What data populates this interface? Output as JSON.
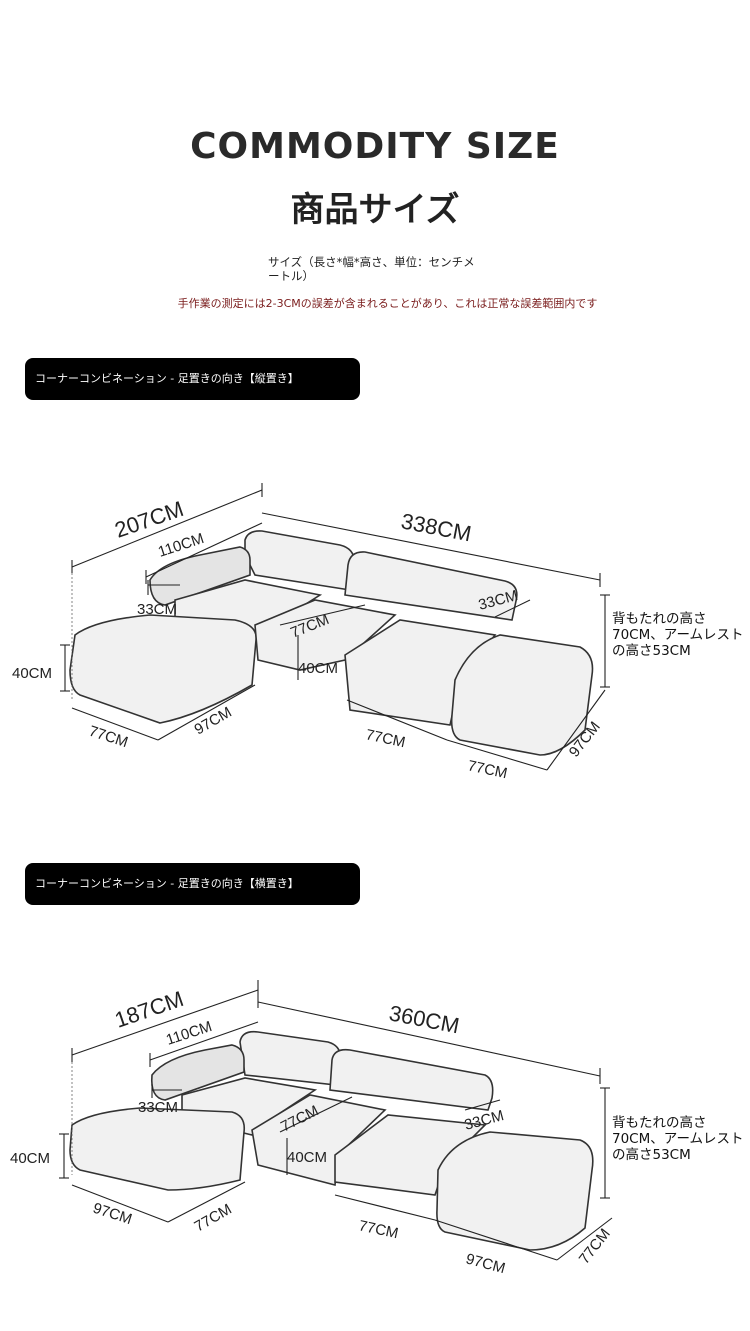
{
  "header": {
    "title": "COMMODITY SIZE",
    "subtitle": "商品サイズ",
    "note": "サイズ（長さ*幅*高さ、単位：センチメートル）",
    "warning": "手作業の測定には2-3CMの誤差が含まれることがあり、これは正常な誤差範囲内です"
  },
  "section1": {
    "banner": "コーナーコンビネーション - 足置きの向き【縦置き】",
    "dims": {
      "top_left": "207CM",
      "top_right": "338CM",
      "arm_length": "110CM",
      "arm_width": "33CM",
      "back_depth": "77CM",
      "seat_height": "40CM",
      "left_height": "40CM",
      "right_arm": "33CM",
      "ottoman_width": "77CM",
      "ottoman_depth": "97CM",
      "seat_width_1": "77CM",
      "seat_width_2": "77CM",
      "right_depth": "97CM"
    },
    "height_note": "背もたれの高さ70CM、アームレストの高さ53CM"
  },
  "section2": {
    "banner": "コーナーコンビネーション - 足置きの向き【横置き】",
    "dims": {
      "top_left": "187CM",
      "top_right": "360CM",
      "arm_length": "110CM",
      "arm_width": "33CM",
      "back_depth": "77CM",
      "seat_height": "40CM",
      "left_height": "40CM",
      "right_arm": "33CM",
      "ottoman_width": "97CM",
      "ottoman_depth": "77CM",
      "seat_width_1": "77CM",
      "seat_width_2": "97CM",
      "right_depth": "77CM"
    },
    "height_note": "背もたれの高さ70CM、アームレストの高さ53CM"
  }
}
